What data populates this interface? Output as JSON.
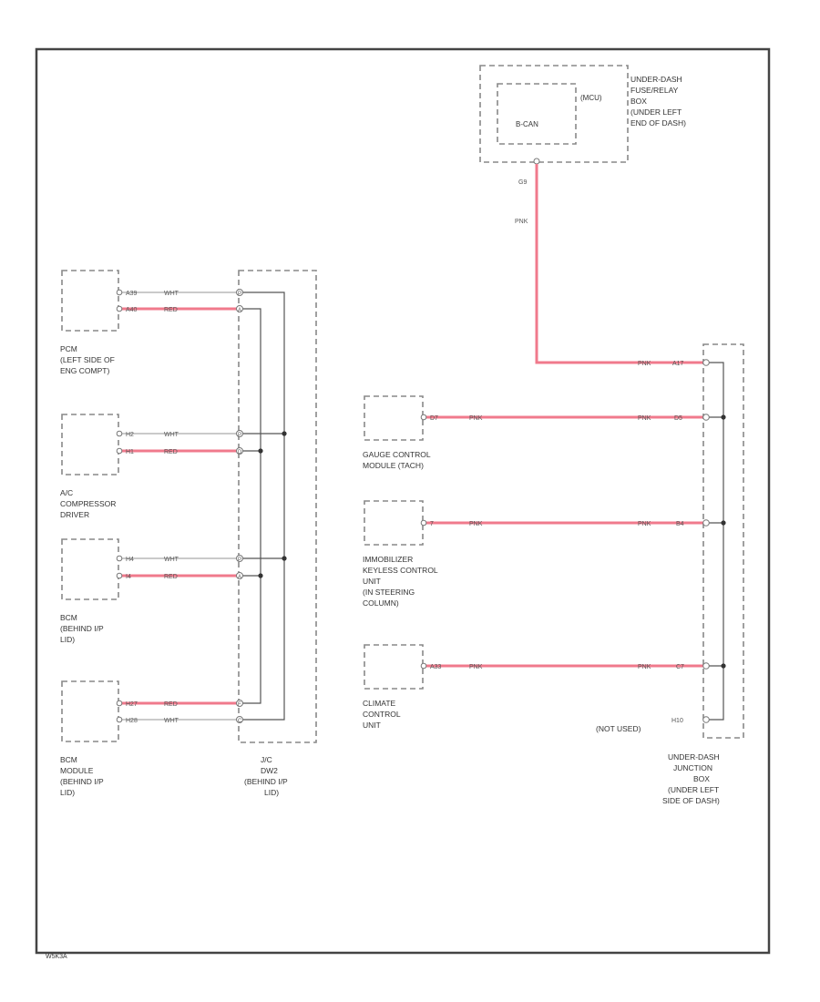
{
  "fuse_box": {
    "label_lines": [
      "UNDER-DASH",
      "FUSE/RELAY",
      "BOX",
      "(UNDER LEFT",
      "END OF DASH)"
    ],
    "fuse": "B-CAN",
    "fuse_tag": "(MCU)",
    "pin": "G9",
    "wire": "PNK"
  },
  "left_modules": [
    {
      "label_lines": [
        "PCM",
        "(LEFT SIDE OF",
        "ENG COMPT)"
      ],
      "wires": [
        {
          "pin": "A39",
          "color": "WHT"
        },
        {
          "pin": "A40",
          "color": "RED"
        }
      ]
    },
    {
      "label_lines": [
        "A/C",
        "COMPRESSOR",
        "DRIVER"
      ],
      "wires": [
        {
          "pin": "H2",
          "color": "WHT"
        },
        {
          "pin": "H1",
          "color": "RED"
        }
      ]
    },
    {
      "label_lines": [
        "BCM",
        "(BEHIND I/P",
        "LID)"
      ],
      "wires": [
        {
          "pin": "H4",
          "color": "WHT"
        },
        {
          "pin": "I4",
          "color": "RED"
        }
      ]
    },
    {
      "label_lines": [
        "BCM",
        "MODULE",
        "(BEHIND I/P",
        "LID)"
      ],
      "wires": [
        {
          "pin": "H27",
          "color": "RED"
        },
        {
          "pin": "H28",
          "color": "WHT"
        }
      ]
    }
  ],
  "left_connector": {
    "label_lines": [
      "J/C",
      "DW2",
      "(BEHIND I/P",
      "LID)"
    ],
    "pins": [
      "P",
      "A",
      "P",
      "D",
      "P",
      "A",
      "F",
      "C"
    ]
  },
  "right_modules": [
    {
      "label_lines": [
        "GAUGE CONTROL",
        "MODULE (TACH)"
      ],
      "pin": "D7",
      "wire": "PNK"
    },
    {
      "label_lines": [
        "IMMOBILIZER",
        "KEYLESS CONTROL",
        "UNIT",
        "(IN STEERING",
        "COLUMN)"
      ],
      "pin": "7",
      "wire": "PNK"
    },
    {
      "label_lines": [
        "CLIMATE",
        "CONTROL",
        "UNIT"
      ],
      "pin": "A33",
      "wire": "PNK"
    }
  ],
  "junction_box": {
    "label_lines": [
      "UNDER-DASH",
      "JUNCTION",
      "BOX",
      "(UNDER LEFT",
      "SIDE OF DASH)"
    ],
    "wire_pins": [
      {
        "wire": "PNK",
        "pin": "A17"
      },
      {
        "wire": "PNK",
        "pin": "D5"
      },
      {
        "wire": "PNK",
        "pin": "B4"
      },
      {
        "wire": "PNK",
        "pin": "C7"
      }
    ],
    "not_used_label": "(NOT USED)",
    "not_used_pin": "H10"
  },
  "footer_code": "W5K3A",
  "colors": {
    "can_high": "#f07a8c",
    "can_low": "#b8b8b8",
    "frame": "#444444"
  }
}
